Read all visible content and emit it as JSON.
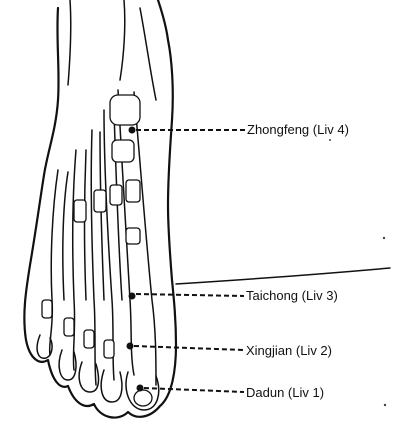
{
  "points": [
    {
      "id": "zhongfeng",
      "label": "Zhongfeng (Liv 4)"
    },
    {
      "id": "taichong",
      "label": "Taichong (Liv 3)"
    },
    {
      "id": "xingjian",
      "label": "Xingjian (Liv 2)"
    },
    {
      "id": "dadun",
      "label": "Dadun (Liv 1)"
    }
  ],
  "colors": {
    "ink": "#111111",
    "paper": "#ffffff"
  }
}
